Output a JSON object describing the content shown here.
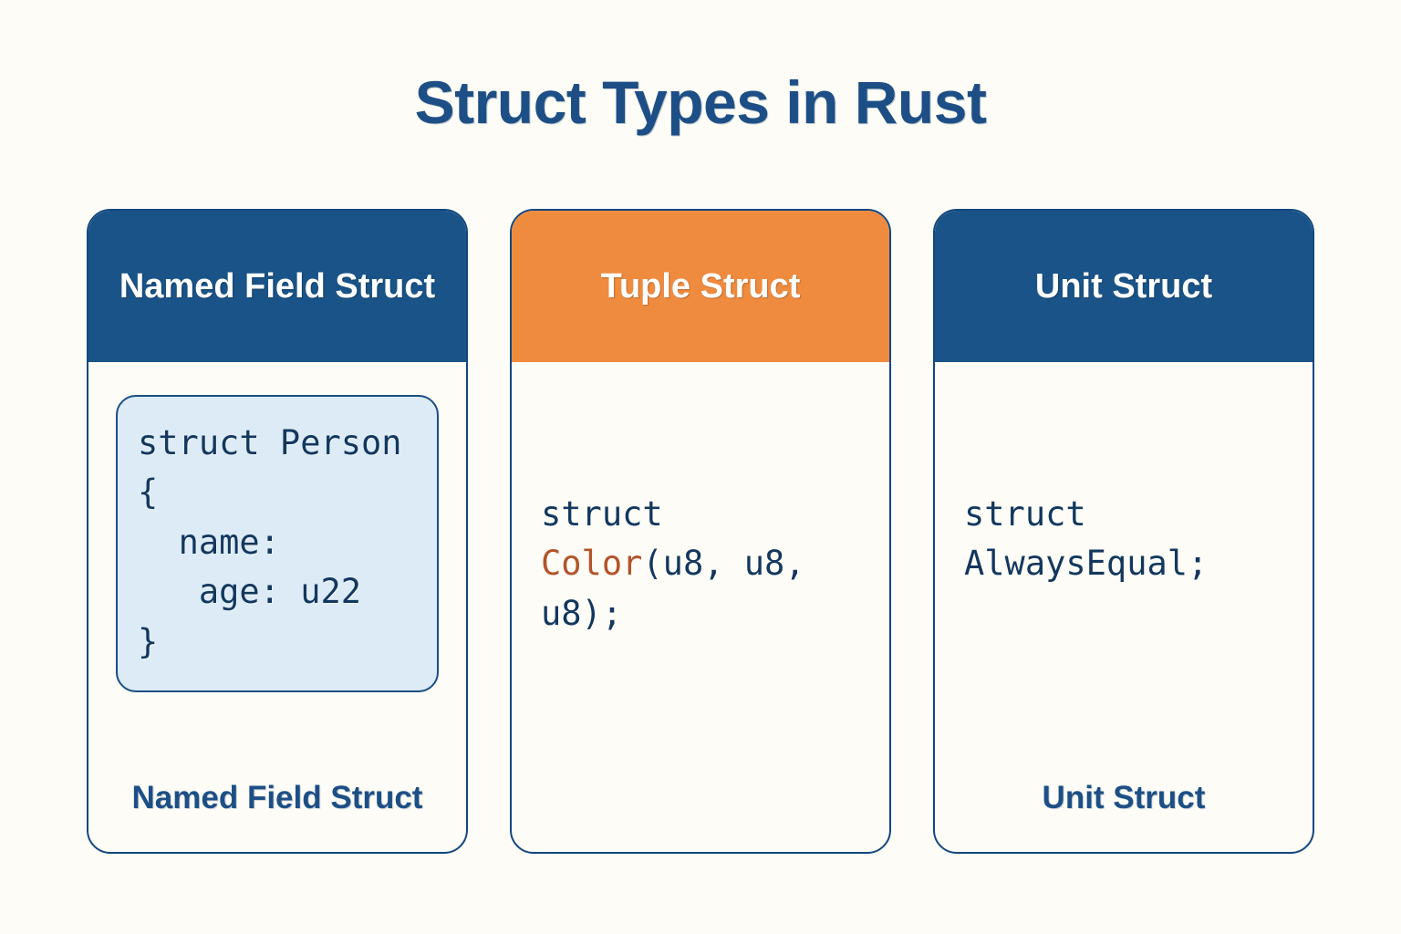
{
  "page": {
    "title": "Struct Types in Rust",
    "background_color": "#fdfcf6",
    "accent_navy": "#1a5387",
    "accent_orange": "#ef8b3f",
    "code_text_color": "#13375e",
    "type_token_color": "#b4532a"
  },
  "cards": [
    {
      "id": "named-field-struct",
      "header": "Named Field Struct",
      "header_style": "navy",
      "code_style": "box",
      "code": "struct Person {\n  name:\n   age: u22\n}",
      "code_lines": [
        "struct Person {",
        "  name:",
        "   age: u22",
        "}"
      ],
      "caption": "Named Field Struct"
    },
    {
      "id": "tuple-struct",
      "header": "Tuple Struct",
      "header_style": "orange",
      "code_style": "plain",
      "code_prefix": "struct ",
      "code_type": "Color",
      "code_suffix": "(u8, u8, u8);",
      "code": "struct Color(u8, u8, u8);",
      "caption": ""
    },
    {
      "id": "unit-struct",
      "header": "Unit Struct",
      "header_style": "navy",
      "code_style": "plain",
      "code": "struct AlwaysEqual;",
      "caption": "Unit Struct"
    }
  ]
}
